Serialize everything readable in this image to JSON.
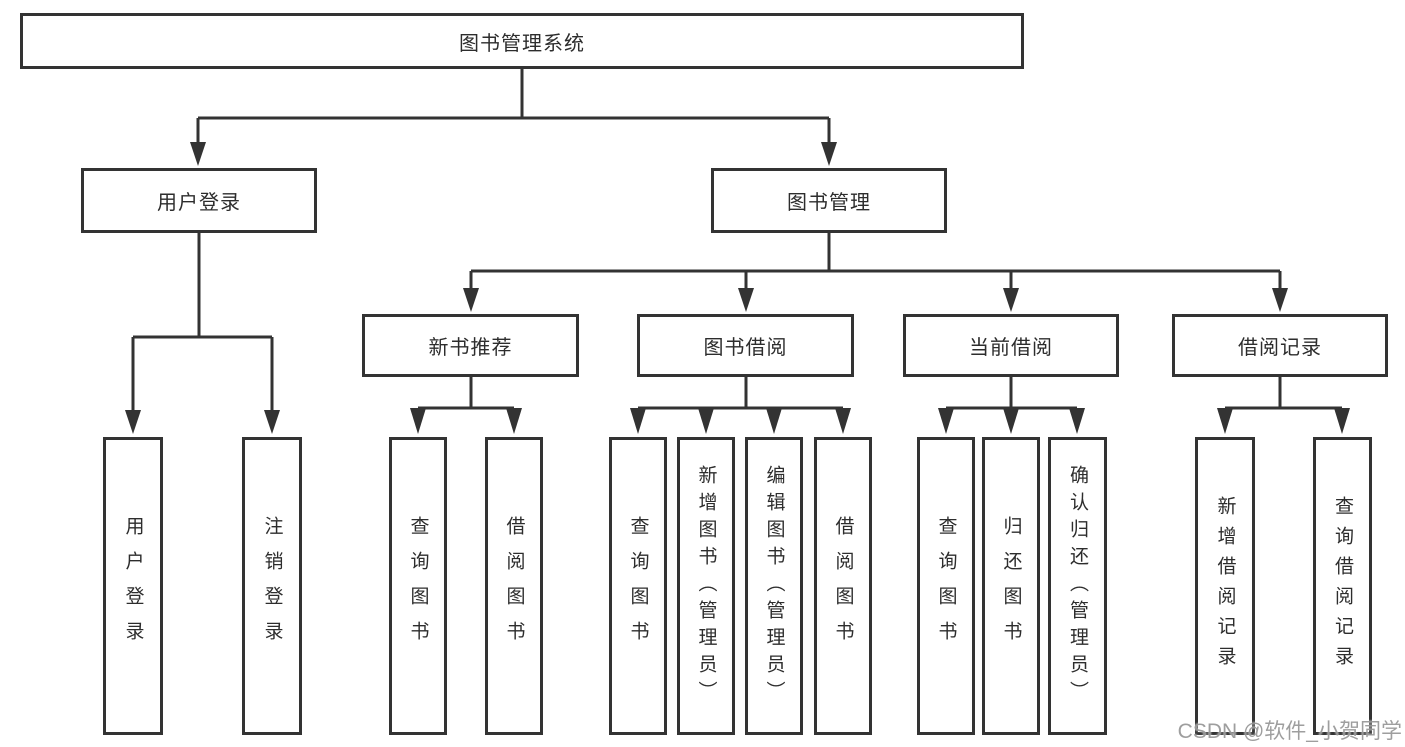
{
  "diagram": {
    "title": "图书管理系统",
    "colors": {
      "line": "#333333",
      "text": "#2d2d2d",
      "background": "#ffffff",
      "watermark": "#949494"
    },
    "watermark": "CSDN @软件_小贺同学",
    "tree": {
      "root": {
        "label": "图书管理系统"
      },
      "level2": [
        {
          "label": "用户登录"
        },
        {
          "label": "图书管理"
        }
      ],
      "level3": [
        {
          "label": "新书推荐",
          "parent": "图书管理"
        },
        {
          "label": "图书借阅",
          "parent": "图书管理"
        },
        {
          "label": "当前借阅",
          "parent": "图书管理"
        },
        {
          "label": "借阅记录",
          "parent": "图书管理"
        }
      ],
      "level4": [
        {
          "label": "用户登录",
          "parent": "用户登录"
        },
        {
          "label": "注销登录",
          "parent": "用户登录"
        },
        {
          "label": "查询图书",
          "parent": "新书推荐"
        },
        {
          "label": "借阅图书",
          "parent": "新书推荐"
        },
        {
          "label": "查询图书",
          "parent": "图书借阅"
        },
        {
          "label": "新增图书（管理员）",
          "parent": "图书借阅"
        },
        {
          "label": "编辑图书（管理员）",
          "parent": "图书借阅"
        },
        {
          "label": "借阅图书",
          "parent": "图书借阅"
        },
        {
          "label": "查询图书",
          "parent": "当前借阅"
        },
        {
          "label": "归还图书",
          "parent": "当前借阅"
        },
        {
          "label": "确认归还（管理员）",
          "parent": "当前借阅"
        },
        {
          "label": "新增借阅记录",
          "parent": "借阅记录"
        },
        {
          "label": "查询借阅记录",
          "parent": "借阅记录"
        }
      ]
    }
  }
}
